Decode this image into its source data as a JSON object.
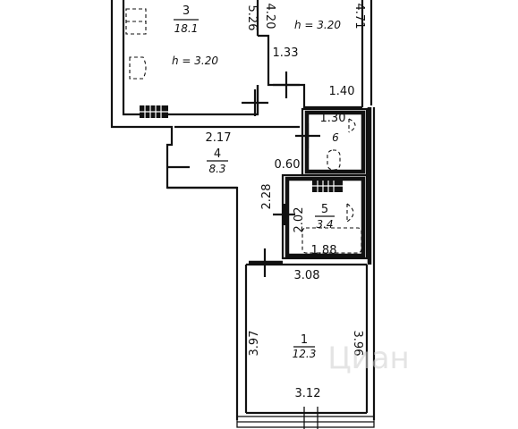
{
  "rooms": [
    {
      "number": "3",
      "area": "18.1",
      "height": "h = 3.20"
    },
    {
      "number": "4",
      "area": "8.3"
    },
    {
      "number": "6",
      "area": "1.30"
    },
    {
      "number": "5",
      "area": "3.4"
    },
    {
      "number": "1",
      "area": "12.3"
    }
  ],
  "other_height": "h = 3.20",
  "dimensions": {
    "d_5_26": "5.26",
    "d_4_20": "4.20",
    "d_4_71": "4.71",
    "d_1_33": "1.33",
    "d_1_40": "1.40",
    "d_2_17": "2.17",
    "d_0_60": "0.60",
    "d_2_28": "2.28",
    "d_2_02": "2.02",
    "d_1_88": "1.88",
    "d_3_08": "3.08",
    "d_3_97": "3.97",
    "d_3_96": "3.96",
    "d_3_12": "3.12"
  },
  "watermark": "Циан"
}
